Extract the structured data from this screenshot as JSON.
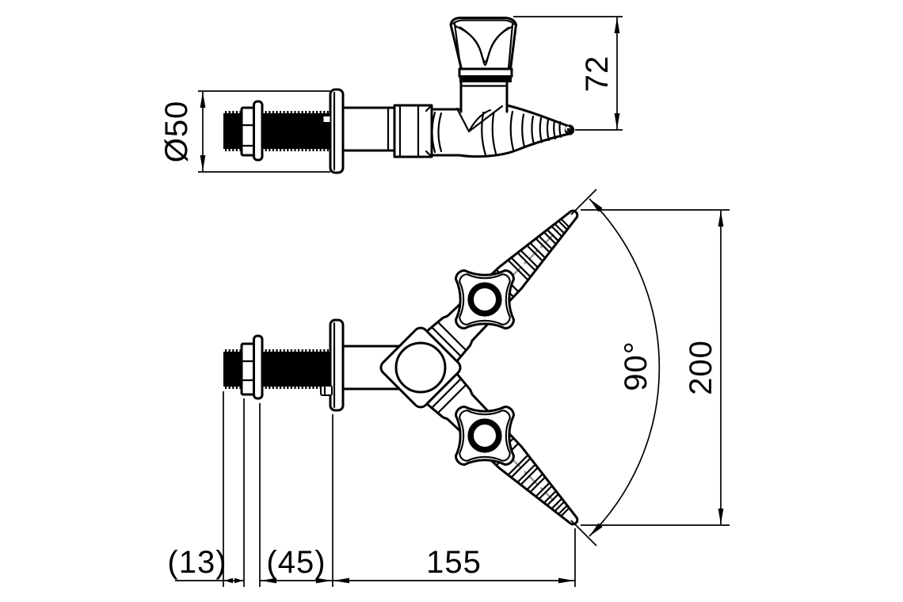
{
  "drawing": {
    "type": "technical dimension drawing, laboratory two-way bench tap",
    "colors": {
      "background": "#ffffff",
      "line": "#000000",
      "centerline": "#9a9a9a"
    },
    "views": {
      "side": "side-elevation",
      "front": "front-elevation"
    },
    "dimensions": {
      "flange_diameter": {
        "label": "Ø50"
      },
      "handle_to_outlet_drop": {
        "label": "72"
      },
      "outlet_angle": {
        "label": "90°"
      },
      "outlet_span": {
        "label": "200"
      },
      "projection": {
        "label": "155"
      },
      "shank_length": {
        "label": "(45)"
      },
      "locknut_width": {
        "label": "(13)"
      }
    }
  }
}
